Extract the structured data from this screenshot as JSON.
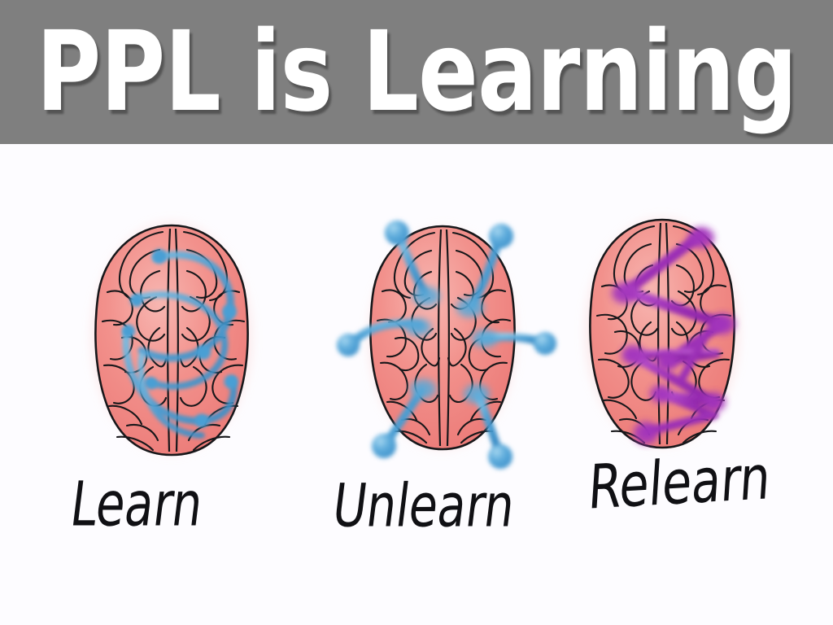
{
  "slide": {
    "title": "PPL is Learning",
    "background_color": "#fdfcff",
    "banner_color": "#7f7f7f",
    "title_color": "#ffffff"
  },
  "palette": {
    "brain_pink": "#f08a86",
    "brain_pink_light": "#f7b3ae",
    "brain_glow": "#f9b7b4",
    "brain_outline": "#1a1a1a",
    "connection_blue": "#4a9fd4",
    "connection_blue_light": "#7fc0e6",
    "connection_purple": "#9b2fb5",
    "connection_purple_light": "#b65cc9",
    "caption_color": "#101014"
  },
  "figures": [
    {
      "id": "learn",
      "caption": "Learn",
      "icon": "brain-top-view-icon",
      "accent": "#4a9fd4",
      "overlay": "blue-looping-arrows",
      "description": "Brain with blue looping connection arrows inside"
    },
    {
      "id": "unlearn",
      "caption": "Unlearn",
      "icon": "brain-top-view-icon",
      "accent": "#4a9fd4",
      "overlay": "blue-pins-outward",
      "pin_count": 6,
      "description": "Brain with six blue pin connections pulled outward"
    },
    {
      "id": "relearn",
      "caption": "Relearn",
      "icon": "brain-top-view-icon",
      "accent": "#9b2fb5",
      "overlay": "purple-zigzag-paths",
      "description": "Brain with purple zig-zag connection paths"
    }
  ]
}
